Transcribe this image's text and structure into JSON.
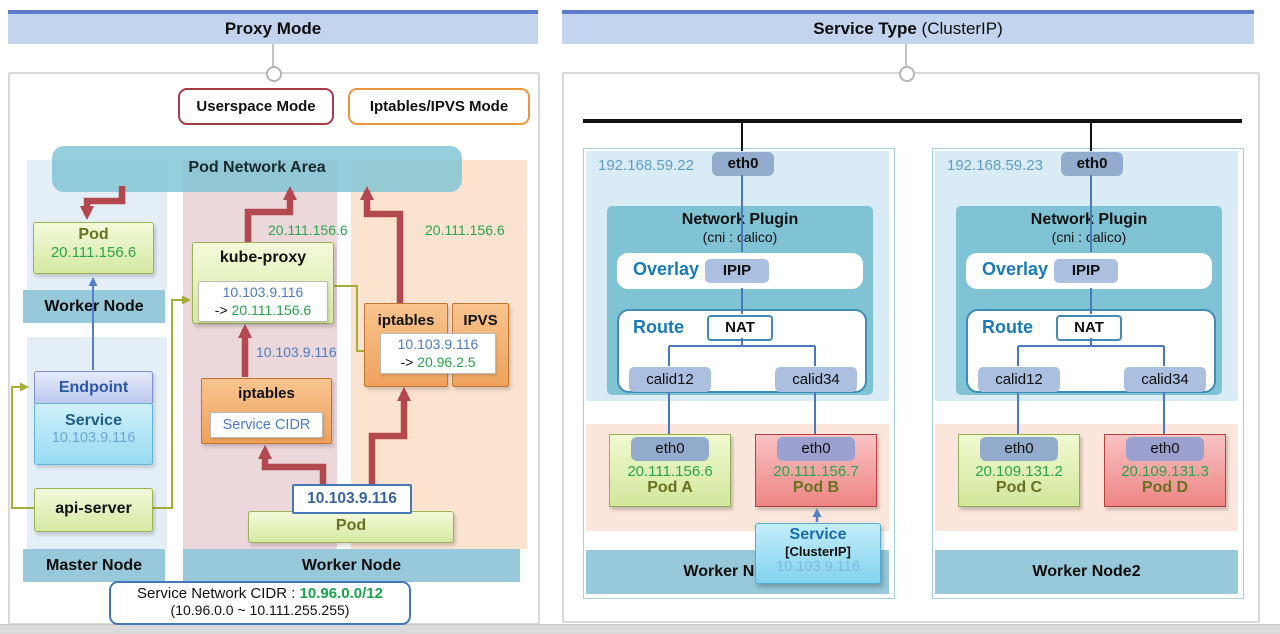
{
  "palette": {
    "header_bg": "#c3d4ee",
    "header_bar": "#5b7cc9",
    "teal_band": "#97c9da",
    "red_arrow": "#b3494f",
    "olive_line": "#a3ad3a",
    "blue_line": "#4a78b8",
    "green_ip": "#2aa44e",
    "blue_ip": "#4d7cc4",
    "cidr_green": "#17a34a"
  },
  "left": {
    "header": "Proxy Mode",
    "mode_userspace": "Userspace Mode",
    "mode_iptables": "Iptables/IPVS Mode",
    "pod_network_area": "Pod Network Area",
    "pod_top": {
      "name": "Pod",
      "ip": "20.111.156.6"
    },
    "worker_band_left": "Worker Node",
    "endpoint": "Endpoint",
    "service": {
      "name": "Service",
      "ip": "10.103.9.116"
    },
    "api_server": "api-server",
    "master_band": "Master Node",
    "kube_proxy": {
      "name": "kube-proxy",
      "map": {
        "from": "10.103.9.116",
        "arrow": "->",
        "to": "20.111.156.6"
      }
    },
    "iptables_mid": {
      "name": "iptables",
      "inner": "Service CIDR"
    },
    "combo": {
      "left": "iptables",
      "right": "IPVS",
      "map": {
        "from": "10.103.9.116",
        "arrow": "->",
        "to": "20.96.2.5"
      }
    },
    "label_up_mid": "20.111.156.6",
    "label_up_right": "20.111.156.6",
    "label_mid": "10.103.9.116",
    "pod_bottom": {
      "ip": "10.103.9.116",
      "name": "Pod"
    },
    "worker_band_mid": "Worker Node",
    "cidr": {
      "prefix": "Service Network CIDR : ",
      "value": "10.96.0.0/12",
      "range": "(10.96.0.0 ~ 10.111.255.255)"
    }
  },
  "right": {
    "header_bold": "Service Type",
    "header_rest": " (ClusterIP)",
    "nodes": [
      {
        "ip": "192.168.59.22",
        "eth0": "eth0",
        "plugin": "Network Plugin",
        "cni": "(cni : calico)",
        "overlay": "Overlay",
        "ipip": "IPIP",
        "route": "Route",
        "nat": "NAT",
        "calid1": "calid12",
        "calid2": "calid34",
        "pod1": {
          "eth0": "eth0",
          "ip": "20.111.156.6",
          "name": "Pod A"
        },
        "pod2": {
          "eth0": "eth0",
          "ip": "20.111.156.7",
          "name": "Pod B"
        },
        "band": "Worker Node1"
      },
      {
        "ip": "192.168.59.23",
        "eth0": "eth0",
        "plugin": "Network Plugin",
        "cni": "(cni : calico)",
        "overlay": "Overlay",
        "ipip": "IPIP",
        "route": "Route",
        "nat": "NAT",
        "calid1": "calid12",
        "calid2": "calid34",
        "pod1": {
          "eth0": "eth0",
          "ip": "20.109.131.2",
          "name": "Pod C"
        },
        "pod2": {
          "eth0": "eth0",
          "ip": "20.109.131.3",
          "name": "Pod D"
        },
        "band": "Worker Node2"
      }
    ],
    "service_box": {
      "title": "Service",
      "type": "[ClusterIP]",
      "ip": "10.103.9.116"
    }
  }
}
